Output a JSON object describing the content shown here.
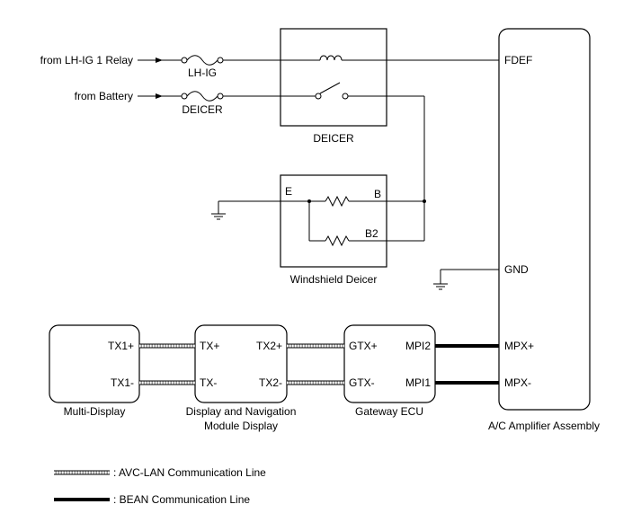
{
  "sources": {
    "lh_ig1_relay": "from LH-IG 1 Relay",
    "battery": "from Battery"
  },
  "fuses": {
    "lh_ig": "LH-IG",
    "deicer": "DEICER"
  },
  "deicer_relay": {
    "label": "DEICER"
  },
  "windshield_deicer": {
    "label": "Windshield Deicer",
    "terminal_e": "E",
    "terminal_b": "B",
    "terminal_b2": "B2"
  },
  "ac_amplifier": {
    "label": "A/C Amplifier Assembly",
    "fdef": "FDEF",
    "gnd": "GND",
    "mpx_plus": "MPX+",
    "mpx_minus": "MPX-"
  },
  "multi_display": {
    "label": "Multi-Display",
    "tx1_plus": "TX1+",
    "tx1_minus": "TX1-"
  },
  "nav_module": {
    "label_line1": "Display and Navigation",
    "label_line2": "Module Display",
    "tx_plus": "TX+",
    "tx_minus": "TX-",
    "tx2_plus": "TX2+",
    "tx2_minus": "TX2-"
  },
  "gateway_ecu": {
    "label": "Gateway ECU",
    "gtx_plus": "GTX+",
    "gtx_minus": "GTX-",
    "mpi2": "MPI2",
    "mpi1": "MPI1"
  },
  "legend": {
    "avc_lan": ": AVC-LAN Communication Line",
    "bean": ": BEAN Communication Line"
  }
}
